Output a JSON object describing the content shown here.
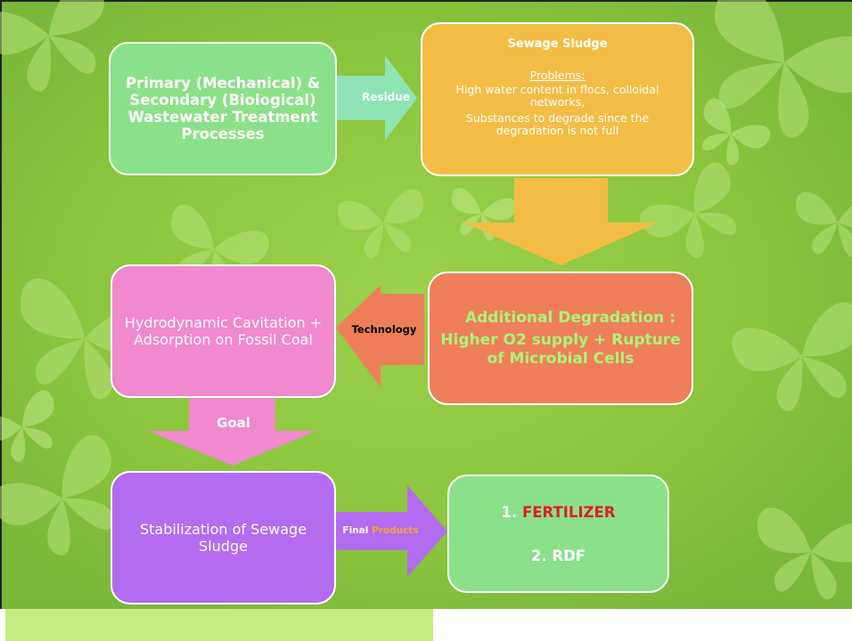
{
  "colors": {
    "slide_green": "#8dc63f",
    "box_primary": "#8be08a",
    "box_sludge": "#f3bd45",
    "box_degradation": "#ef7f5a",
    "box_cavitation": "#f089cd",
    "box_stabilization": "#b36bef",
    "box_products": "#8be08a",
    "fertilizer_red": "#e0201e",
    "products_orange": "#f6a531"
  },
  "nodes": {
    "primary": {
      "title": "Primary (Mechanical) & Secondary (Biological) Wastewater Treatment Processes"
    },
    "sludge": {
      "title": "Sewage Sludge",
      "problems_heading": "Problems:",
      "problem_1": "High water content in flocs, colloidal networks,",
      "problem_2": "Substances to degrade since the degradation is not full"
    },
    "degradation": {
      "title": "Additional Degradation :",
      "detail": "Higher O2 supply + Rupture of Microbial Cells"
    },
    "cavitation": {
      "title": "Hydrodynamic Cavitation + Adsorption on Fossil Coal"
    },
    "stabilization": {
      "title": "Stabilization of Sewage Sludge"
    },
    "products": {
      "item_1_number": "1.",
      "item_1_name": "FERTILIZER",
      "item_2": "2. RDF"
    }
  },
  "edges": {
    "residue": "Residue",
    "technology": "Technology",
    "goal": "Goal",
    "final_word_1": "Final",
    "final_word_2": "Products"
  },
  "icons": [
    "butterfly-icon"
  ]
}
